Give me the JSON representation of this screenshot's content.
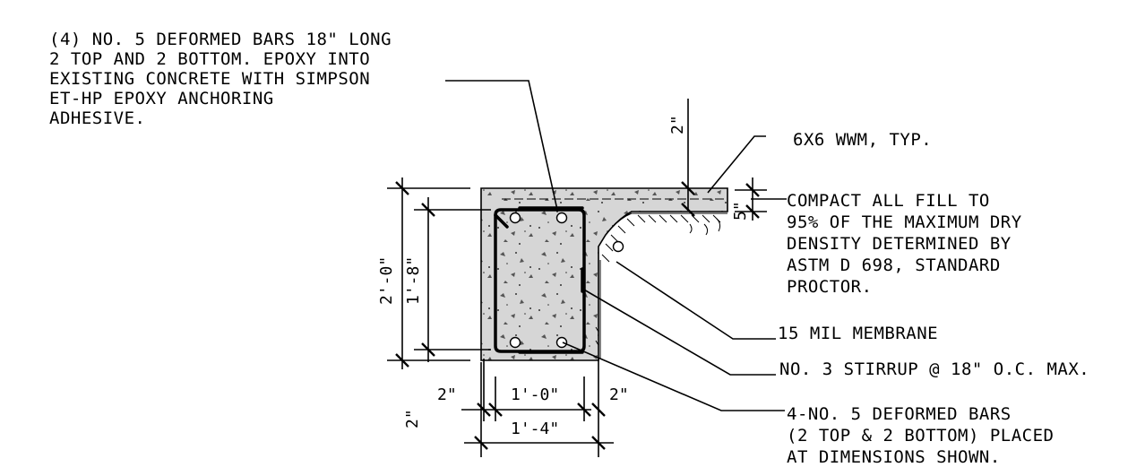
{
  "notes": {
    "epoxy": [
      "(4) NO. 5 DEFORMED BARS 18\" LONG",
      "2 TOP AND 2 BOTTOM. EPOXY INTO",
      "EXISTING CONCRETE WITH SIMPSON",
      "ET-HP EPOXY ANCHORING",
      "ADHESIVE."
    ],
    "wwm": "6X6 WWM, TYP.",
    "compact": [
      "COMPACT ALL FILL TO",
      "95% OF THE MAXIMUM DRY",
      "DENSITY DETERMINED BY",
      "ASTM D 698, STANDARD",
      "PROCTOR."
    ],
    "membrane": "15 MIL MEMBRANE",
    "stirrup": "NO. 3 STIRRUP @ 18\" O.C. MAX.",
    "bars": [
      "4-NO. 5 DEFORMED BARS",
      "(2 TOP & 2 BOTTOM) PLACED",
      "AT DIMENSIONS SHOWN."
    ]
  },
  "dimensions": {
    "overall_height": "2'-0\"",
    "inner_height": "1'-8\"",
    "slab_cover": "2\"",
    "slab_thickness": "5\"",
    "bottom_cover": "2\"",
    "left_cover": "2\"",
    "inner_width": "1'-0\"",
    "right_cover": "2\"",
    "overall_width": "1'-4\""
  }
}
